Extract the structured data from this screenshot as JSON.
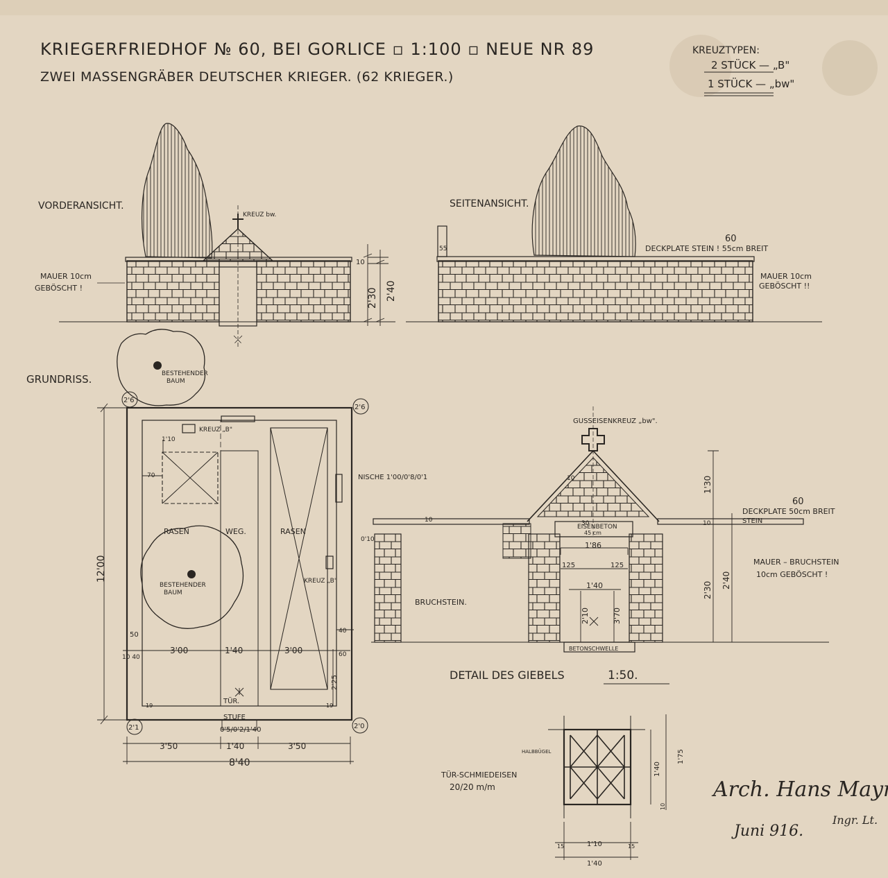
{
  "header": {
    "title": "KRIEGERFRIEDHOF № 60, BEI GORLICE ▫ 1:100 ▫ NEUE NR 89",
    "subtitle": "ZWEI MASSENGRÄBER DEUTSCHER KRIEGER. (62 KRIEGER.)"
  },
  "cross_types": {
    "heading": "KREUZTYPEN:",
    "line1": "2 STÜCK — „B\"",
    "line2": "1 STÜCK — „bw\""
  },
  "front_view": {
    "label": "VORDERANSICHT.",
    "cross_label": "KREUZ bw.",
    "wall_note_1": "MAUER 10cm",
    "wall_note_2": "GEBÖSCHT !",
    "dim_top": "10",
    "dim_a": "2'30",
    "dim_b": "2'40"
  },
  "side_view": {
    "label": "SEITENANSICHT.",
    "dim_55": "55",
    "cap_note_1": "60",
    "cap_note_2": "DECKPLATE STEIN ! 55cm BREIT",
    "wall_note_1": "MAUER 10cm",
    "wall_note_2": "GEBÖSCHT !!"
  },
  "plan": {
    "label": "GRUNDRISS.",
    "tree_label_1a": "BESTEHENDER",
    "tree_label_1b": "BAUM",
    "tree_label_2a": "BESTEHENDER",
    "tree_label_2b": "BAUM",
    "corner_tl": "2'6",
    "corner_tr": "2'6",
    "corner_bl": "2'1",
    "corner_br": "2'0",
    "kreuz_b_top": "KREUZ „B\"",
    "kreuz_b_right": "KREUZ „B\"",
    "niche": "NISCHE 1'00/0'8/0'1",
    "lawn_left": "RASEN",
    "path": "WEG.",
    "lawn_right": "RASEN",
    "dim_110": "1'10",
    "dim_70": "70",
    "dim_1200": "12'00",
    "dim_50": "50",
    "dim_300a": "3'00",
    "dim_140a": "1'40",
    "dim_300b": "3'00",
    "dim_10_40": "10 40",
    "dim_40": "40",
    "dim_60": "60",
    "dim_225": "2'25",
    "dim_19a": "19",
    "dim_19b": "19",
    "door": "TÜR.",
    "step": "STUFE",
    "step_dims": "0'5/0'2/1'40",
    "dim_350a": "3'50",
    "dim_140b": "1'40",
    "dim_350b": "3'50",
    "dim_840": "8'40"
  },
  "gable_detail": {
    "cross_label": "GUSSEISENKREUZ „bw\".",
    "cap_note_1": "60",
    "cap_note_2": "DECKPLATE 50cm BREIT",
    "cap_note_3": "STEIN",
    "wall_note_1": "MAUER – BRUCHSTEIN",
    "wall_note_2": "10cm GEBÖSCHT !",
    "stone": "BRUCHSTEIN.",
    "beam": "EISENBETON",
    "beam_2": "45 cm",
    "sill": "BETONSCHWELLE",
    "dim_10a": "10",
    "dim_10b": "10",
    "dim_30": "30",
    "dim_130": "1'30",
    "dim_10c": "10",
    "dim_186": "1'86",
    "dim_125a": "125",
    "dim_125b": "125",
    "dim_140": "1'40",
    "dim_210": "2'10",
    "dim_370": "3'70",
    "dim_230": "2'30",
    "dim_240": "2'40",
    "dim_010": "0'10",
    "title": "DETAIL DES GIEBELS",
    "scale": "1:50."
  },
  "gate": {
    "label_1": "TÜR-SCHMIEDEISEN",
    "label_2": "20/20 m/m",
    "hinge": "HALBBÜGEL",
    "dim_140v": "1'40",
    "dim_175v": "1'75",
    "dim_10v": "10",
    "dim_15": "15",
    "dim_110": "1'10",
    "dim_15b": "15",
    "dim_140h": "1'40"
  },
  "signature": {
    "name": "Arch. Hans Mayr",
    "date": "Juni 916.",
    "rank": "Ingr. Lt."
  },
  "colors": {
    "paper": "#e3d6c2",
    "ink": "#2a2622"
  }
}
